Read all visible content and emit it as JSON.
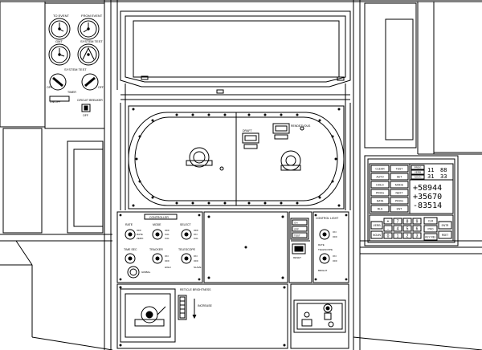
{
  "clock_panel": {
    "to_event": "TO EVENT",
    "from_event": "FROM EVENT",
    "gmt": "GMT",
    "system_test_clock": "SYSTEM TEST",
    "system_test_switch": "SYSTEM TEST",
    "dial_left_off": "OFF",
    "dial_right_off": "OFF",
    "dial_mode": "TIMER",
    "on_off_label": "ON/OFF",
    "circuit_breaker": "CIRCUIT BREAKER",
    "off": "OFF"
  },
  "window": {
    "draft_label": "DRAFT",
    "rendezvous_label": "RENDEZVOUS"
  },
  "controller_panel": {
    "title": "CONTROLLER",
    "rate_label": "RATE",
    "rate_switch": [
      "OFF",
      "RATE",
      "ZERO"
    ],
    "mode_label": "MODE",
    "mode_switch": [
      "OFF",
      "CAL",
      "CAL"
    ],
    "select_label": "SELECT",
    "select_switch": [
      "OFF",
      "ON",
      "CAL"
    ],
    "tracker_label": "TRACKER",
    "time_sec_label": "TIME SEC",
    "gimbal_label": "GIMBAL",
    "high_label": "HIGH",
    "telescope_label": "TELESCOPE",
    "slave_label": "SLAVE",
    "tracker_switch": [
      "ON",
      "OFF"
    ],
    "telescope_switch": [
      "ON",
      "OFF"
    ]
  },
  "alarm_panel": {
    "lights": [
      "ON",
      "OFF",
      "TEST"
    ],
    "button": "RESET"
  },
  "control_panel": {
    "title": "CONTROL LIGHT",
    "switch1": [
      "ON",
      "OFF"
    ],
    "rate_label": "RATE",
    "telescope_label": "TELESCOPE",
    "switch2": [
      "ON",
      "OFF"
    ],
    "bright": "BRIGHT"
  },
  "keypad": {
    "function_keys": [
      [
        "CLEAR",
        "TEST"
      ],
      [
        "AUTO",
        "SET"
      ],
      [
        "HOLD",
        "MODE"
      ],
      [
        "PROG",
        "NEXT"
      ],
      [
        "DATA",
        "PROG"
      ],
      [
        "RLS",
        "ENT"
      ]
    ],
    "status_col": [
      "COMP ACTY",
      "UPLINK",
      "NO ATT",
      "TEMP",
      "KEY REL",
      "OPR ERR"
    ],
    "status_col2": [
      "PROG",
      "VERB",
      "NOUN"
    ],
    "seg_top": [
      "11",
      "88"
    ],
    "seg_mid": [
      "31",
      "33"
    ],
    "registers": [
      "+58944",
      "+35670",
      "-83514"
    ],
    "keys": [
      [
        "+",
        "7",
        "8",
        "9"
      ],
      [
        "-",
        "4",
        "5",
        "6"
      ],
      [
        "0",
        "1",
        "2",
        "3"
      ]
    ],
    "side_left": [
      "VERB",
      "NOUN"
    ],
    "side_right": [
      "CLR",
      "PRO",
      "KEY REL",
      "ENTR",
      "RSET"
    ]
  },
  "hand_controller": {
    "label_rate": "RETICLE BRIGHTNESS",
    "label_increase": "INCREASE"
  }
}
